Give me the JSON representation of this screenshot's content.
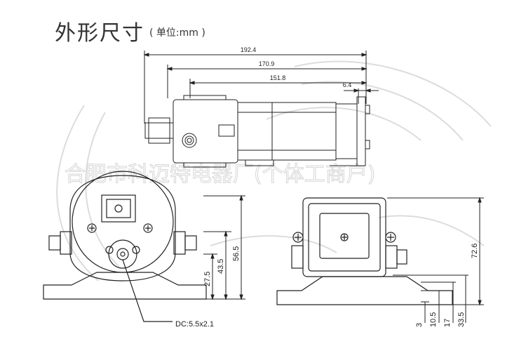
{
  "header": {
    "title": "外形尺寸",
    "unit_label": "( 单位:mm )"
  },
  "watermark": {
    "text": "合肥市科迈特电器厂(个体工商户)"
  },
  "side_view": {
    "dimensions": [
      "192.4",
      "170.9",
      "151.8",
      "6.4"
    ]
  },
  "front_view": {
    "dimensions": [
      "56.5",
      "43.5",
      "27.5"
    ],
    "connector_label": "DC:5.5x2.1"
  },
  "end_view": {
    "dimensions": [
      "72.6",
      "3",
      "10.5",
      "17",
      "33.5"
    ]
  },
  "colors": {
    "line": "#222222",
    "watermark": "#d6d6d6"
  }
}
